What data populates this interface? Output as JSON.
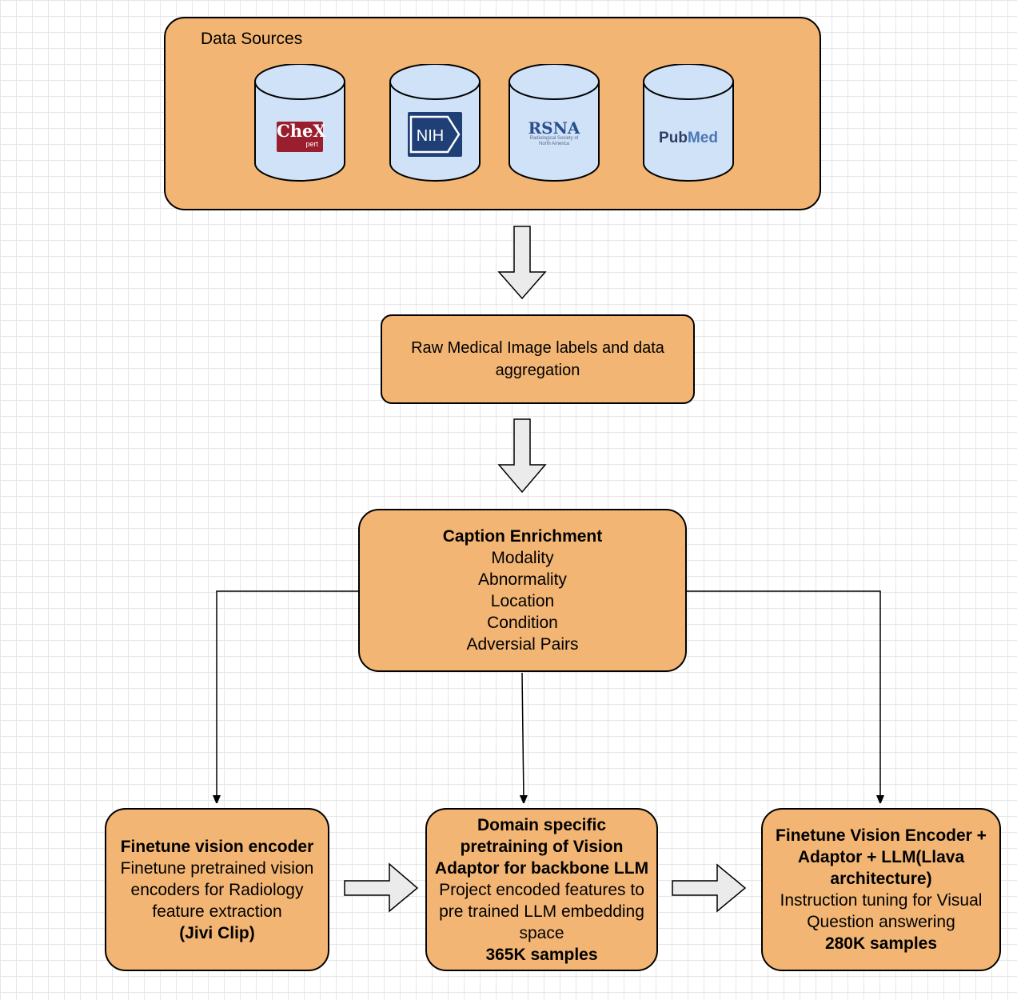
{
  "data_sources": {
    "title": "Data Sources",
    "items": [
      {
        "name": "CheXpert",
        "logo_text": "CheX",
        "logo_subtext": "pert"
      },
      {
        "name": "NIH",
        "logo_text": "NIH"
      },
      {
        "name": "RSNA",
        "logo_text": "RSNA",
        "logo_subtext": "Radiological Society of North America"
      },
      {
        "name": "PubMed",
        "logo_text_1": "Pub",
        "logo_text_2": "Med"
      }
    ]
  },
  "aggregation": {
    "line1": "Raw Medical Image labels and data",
    "line2": "aggregation"
  },
  "caption": {
    "title": "Caption Enrichment",
    "items": [
      "Modality",
      "Abnormality",
      "Location",
      "Condition",
      "Adversial Pairs"
    ]
  },
  "stage1": {
    "title": "Finetune vision encoder",
    "lines": [
      "Finetune pretrained vision",
      "encoders for Radiology",
      "feature extraction"
    ],
    "highlight": "(Jivi Clip)"
  },
  "stage2": {
    "title_lines": [
      "Domain specific",
      "pretraining of Vision",
      "Adaptor for backbone LLM"
    ],
    "lines": [
      "Project encoded features to",
      "pre trained LLM embedding",
      "space"
    ],
    "highlight": "365K samples"
  },
  "stage3": {
    "title_lines": [
      "Finetune Vision Encoder +",
      "Adaptor + LLM(Llava",
      "architecture)"
    ],
    "lines": [
      "Instruction tuning for Visual",
      "Question answering"
    ],
    "highlight": "280K samples"
  },
  "colors": {
    "box_fill": "#f2b573",
    "cylinder_fill": "#cfe2f7",
    "arrow_fill": "#ebebeb"
  }
}
